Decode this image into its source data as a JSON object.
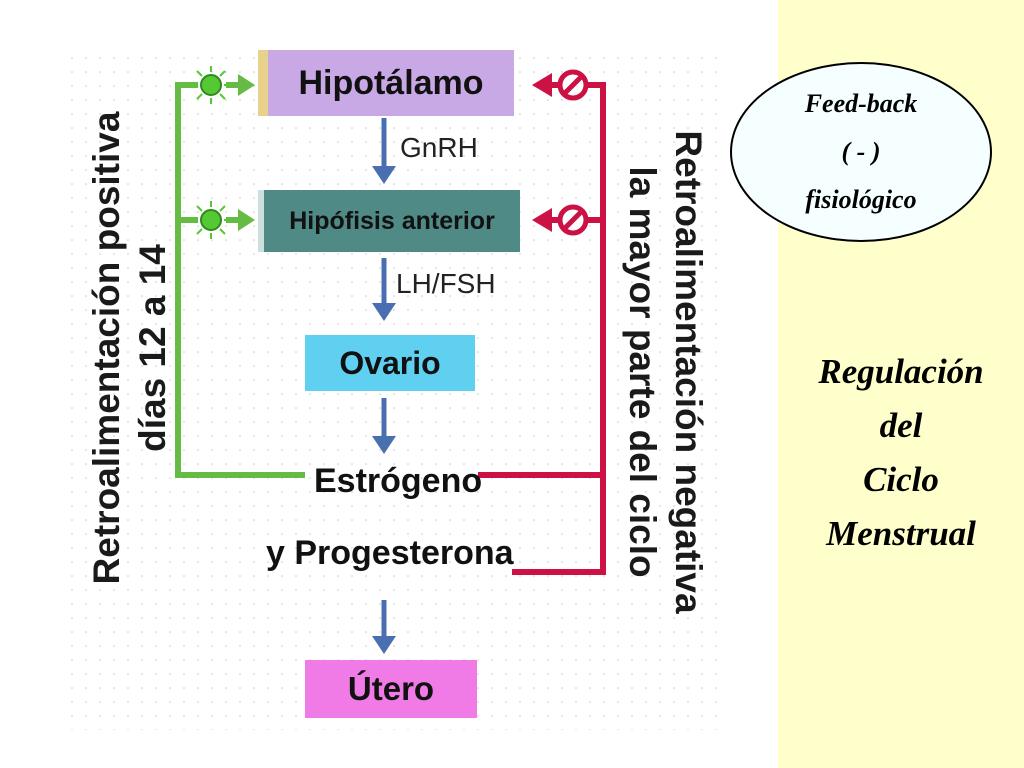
{
  "diagram": {
    "boxes": {
      "hypothalamus": "Hipotálamo",
      "pituitary": "Hipófisis anterior",
      "ovary": "Ovario",
      "uterus": "Útero"
    },
    "hormone_labels": {
      "gnrh": "GnRH",
      "lh_fsh": "LH/FSH"
    },
    "steroids": {
      "line1": "Estrógeno",
      "line2": "y Progesterona"
    },
    "positive_feedback": {
      "line1": "Retroalimentación positiva",
      "line2": "días 12 a 14"
    },
    "negative_feedback": {
      "line1": "Retroalimentación negativa",
      "line2": "la mayor parte del ciclo"
    }
  },
  "side_panel": {
    "ellipse": {
      "line1": "Feed-back",
      "line2": "( - )",
      "line3": "fisiológico"
    },
    "title": {
      "line1": "Regulación",
      "line2": "del",
      "line3": "Ciclo",
      "line4": "Menstrual"
    }
  },
  "colors": {
    "positive_green": "#66bb44",
    "negative_red": "#cc1144",
    "arrow_blue": "#4a6fb0",
    "hypothalamus_fill": "#c9a8e6",
    "hypothalamus_left": "#e8d18a",
    "pituitary_fill": "#4f8a86",
    "ovary_fill": "#5fd0f0",
    "uterus_fill": "#f07ae6",
    "panel_bg": "#ffffcc",
    "ellipse_bg": "#f5ffff"
  }
}
